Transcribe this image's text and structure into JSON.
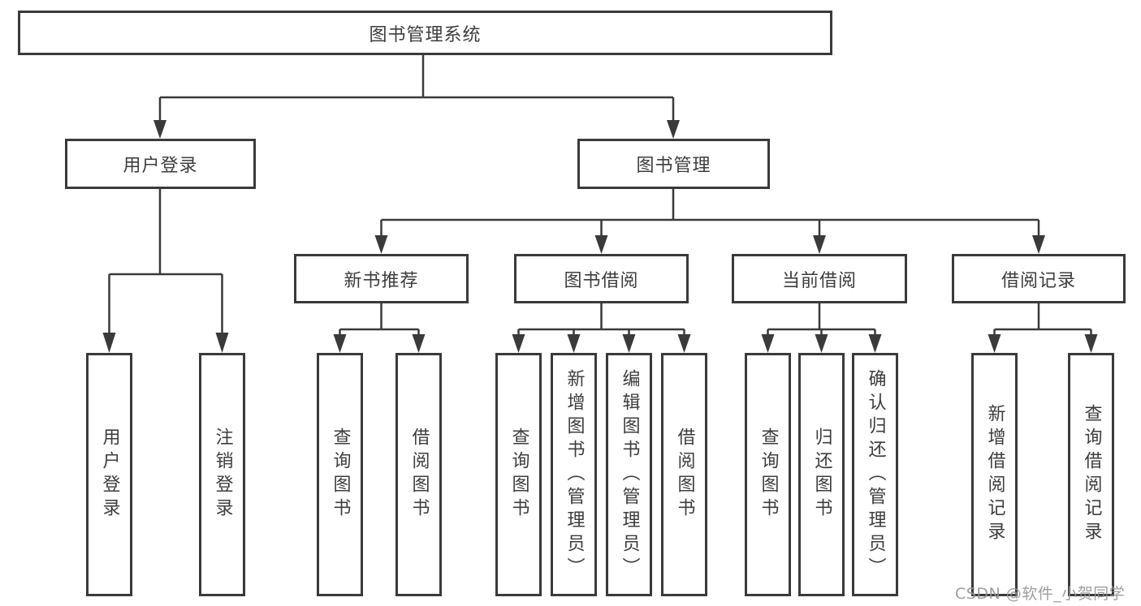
{
  "colors": {
    "line": "#3a3a3a",
    "box_border": "#3a3a3a",
    "text": "#3d3d3d",
    "watermark": "#949494",
    "background": "#ffffff"
  },
  "tree": {
    "root": "图书管理系统",
    "level2": {
      "user_login": "用户登录",
      "book_mgmt": "图书管理"
    },
    "user_login_children": {
      "login": "用户登录",
      "logout": "注销登录"
    },
    "book_mgmt_children": {
      "new_book": "新书推荐",
      "borrow": "图书借阅",
      "current": "当前借阅",
      "records": "借阅记录"
    },
    "new_book_children": {
      "query": "查询图书",
      "borrow": "借阅图书"
    },
    "borrow_children": {
      "query": "查询图书",
      "add": "新增图书（管理员）",
      "edit": "编辑图书（管理员）",
      "borrow": "借阅图书"
    },
    "current_children": {
      "query": "查询图书",
      "return": "归还图书",
      "confirm": "确认归还（管理员）"
    },
    "records_children": {
      "add": "新增借阅记录",
      "query": "查询借阅记录"
    }
  },
  "watermark": "CSDN @软件_小贺同学"
}
